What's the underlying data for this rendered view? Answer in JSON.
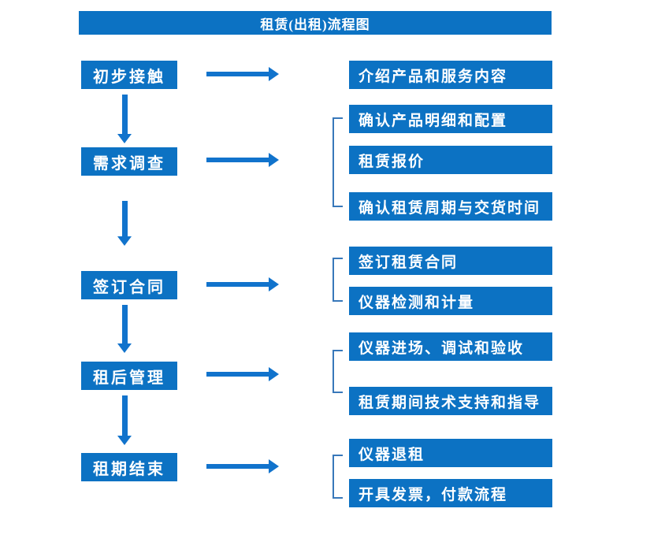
{
  "title": "租赁(出租)流程图",
  "colors": {
    "primary": "#0c72c3",
    "arrow": "#1173cc",
    "bracket": "#3878ba",
    "text": "#ffffff"
  },
  "steps": [
    {
      "label": "初步接触",
      "details": [
        "介绍产品和服务内容"
      ]
    },
    {
      "label": "需求调查",
      "details": [
        "确认产品明细和配置",
        "租赁报价",
        "确认租赁周期与交货时间"
      ]
    },
    {
      "label": "签订合同",
      "details": [
        "签订租赁合同",
        "仪器检测和计量"
      ]
    },
    {
      "label": "租后管理",
      "details": [
        "仪器进场、调试和验收",
        "租赁期间技术支持和指导"
      ]
    },
    {
      "label": "租期结束",
      "details": [
        "仪器退租",
        "开具发票，付款流程"
      ]
    }
  ]
}
